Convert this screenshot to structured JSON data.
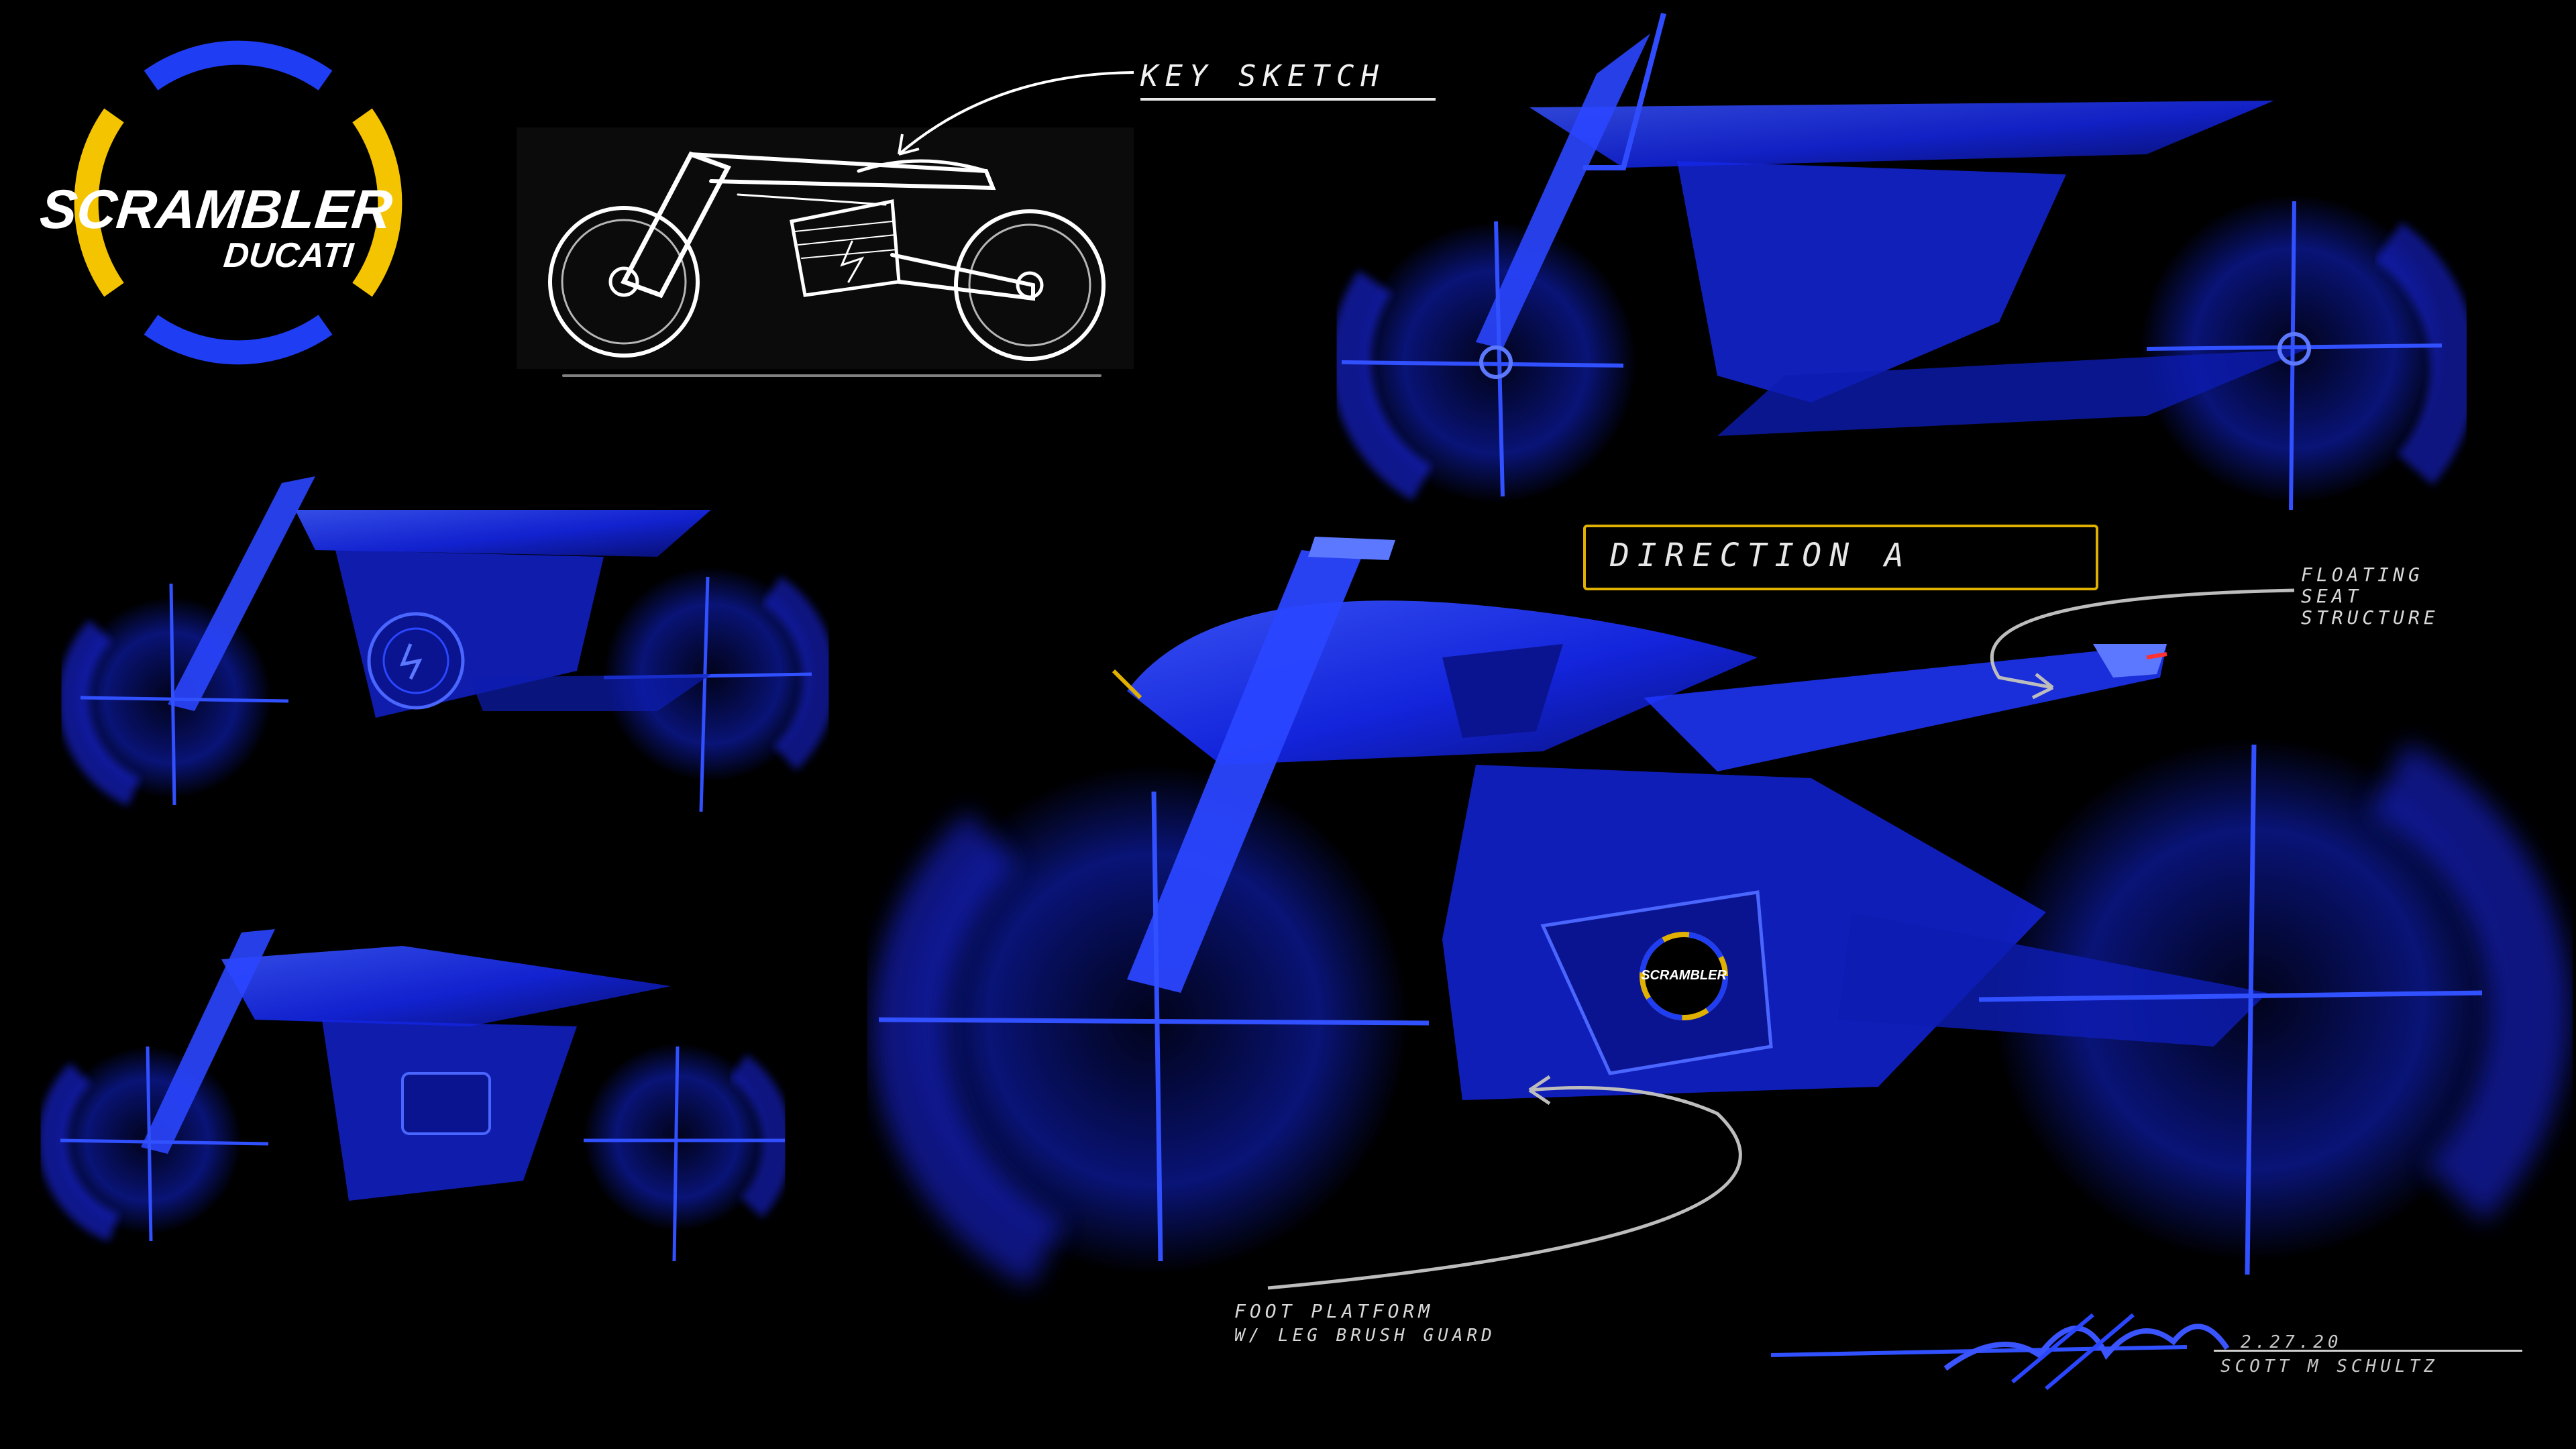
{
  "brand": {
    "line1": "SCRAMBLER",
    "line2": "DUCATI",
    "ring_blue": "#1f3df2",
    "ring_yellow": "#f5c400"
  },
  "labels": {
    "key_sketch": "KEY SKETCH",
    "direction": "DIRECTION A",
    "floating_seat": [
      "FLOATING",
      "SEAT",
      "STRUCTURE"
    ],
    "foot_platform": [
      "FOOT PLATFORM",
      "W/ LEG BRUSH GUARD"
    ],
    "date": "2.27.20",
    "author": "SCOTT M SCHULTZ"
  },
  "sketch_colors": {
    "primary_blue": "#1a2cff",
    "deep_blue": "#0a1490",
    "highlight_blue": "#5c78ff",
    "white_line": "#ffffff",
    "accent_yellow": "#e0b100"
  }
}
